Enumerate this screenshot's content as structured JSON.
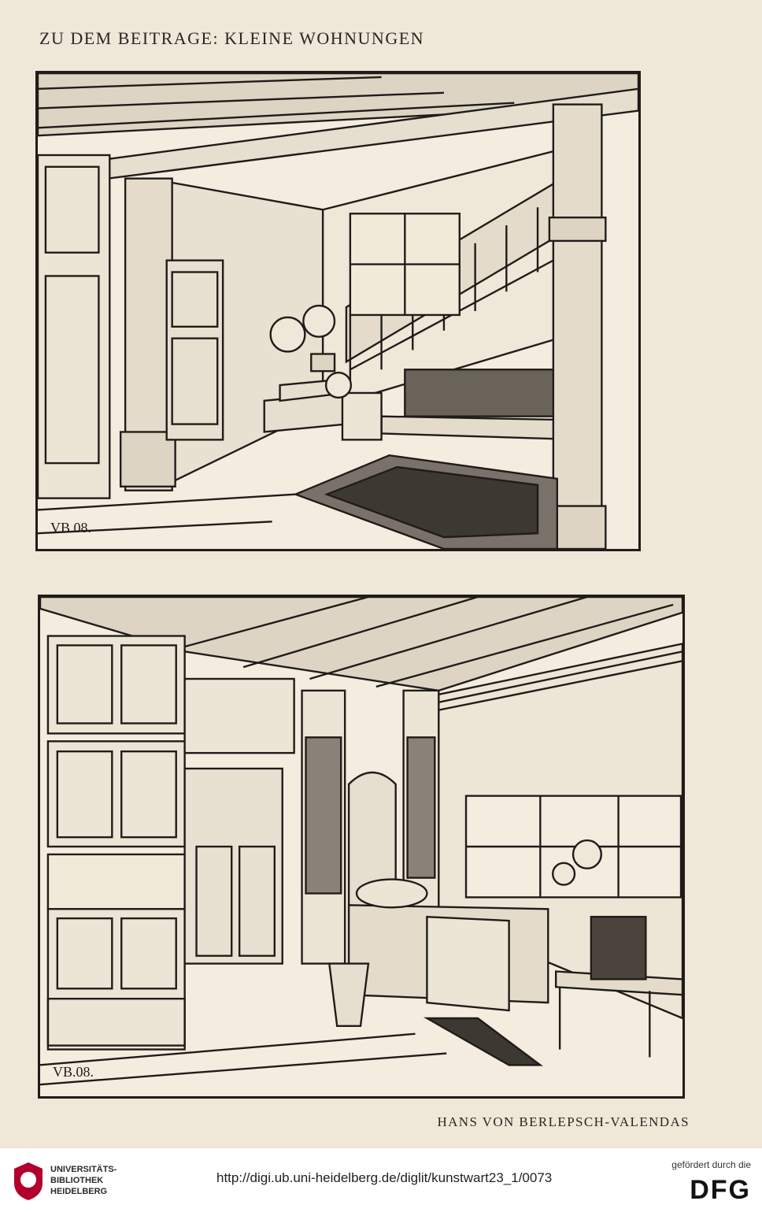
{
  "header": {
    "title": "ZU DEM BEITRAGE: KLEINE WOHNUNGEN"
  },
  "plates": [
    {
      "monogram": "VB.08."
    },
    {
      "monogram": "VB.08."
    }
  ],
  "credit": "HANS VON BERLEPSCH-VALENDAS",
  "footer": {
    "institution_lines": [
      "UNIVERSITÄTS-",
      "BIBLIOTHEK",
      "HEIDELBERG"
    ],
    "url": "http://digi.ub.uni-heidelberg.de/diglit/kunstwart23_1/0073",
    "funding_note": "gefördert durch die",
    "funder_logo_text": "DFG"
  }
}
